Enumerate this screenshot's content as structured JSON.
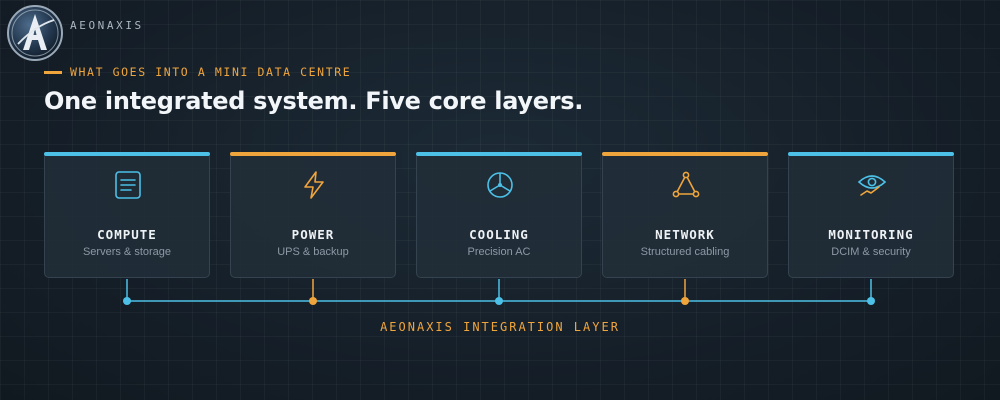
{
  "brand": {
    "name": "AEONAXIS"
  },
  "header": {
    "eyebrow": "WHAT GOES INTO A MINI DATA CENTRE",
    "title": "One integrated system. Five core layers."
  },
  "colors": {
    "cyan": "#4cc0e6",
    "amber": "#f0a53c",
    "background": "#16212b"
  },
  "layers": [
    {
      "name": "COMPUTE",
      "subtitle": "Servers & storage",
      "icon": "document-icon",
      "accent": "cyan"
    },
    {
      "name": "POWER",
      "subtitle": "UPS & backup",
      "icon": "lightning-icon",
      "accent": "amber"
    },
    {
      "name": "COOLING",
      "subtitle": "Precision AC",
      "icon": "fan-icon",
      "accent": "cyan"
    },
    {
      "name": "NETWORK",
      "subtitle": "Structured cabling",
      "icon": "network-icon",
      "accent": "amber"
    },
    {
      "name": "MONITORING",
      "subtitle": "DCIM & security",
      "icon": "eye-icon",
      "accent": "cyan"
    }
  ],
  "integration": {
    "label": "AEONAXIS INTEGRATION LAYER"
  }
}
